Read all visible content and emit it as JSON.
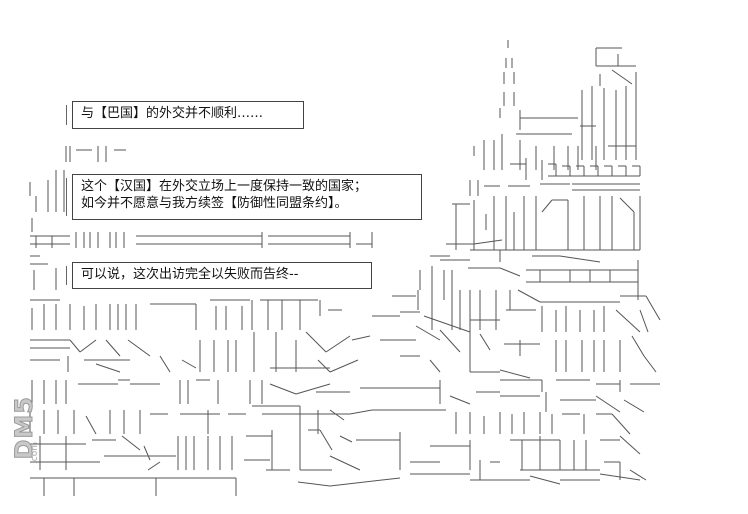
{
  "captions": [
    {
      "lines": [
        "与【巴国】的外交并不顺利……"
      ]
    },
    {
      "lines": [
        "这个【汉国】在外交立场上一度保持一致的国家；",
        "如今并不愿意与我方续签【防御性同盟条约】。"
      ]
    },
    {
      "lines": [
        "可以说，这次出访完全以失败而告终--"
      ]
    }
  ],
  "watermark": {
    "main": "DM5",
    "sub": ".com"
  }
}
